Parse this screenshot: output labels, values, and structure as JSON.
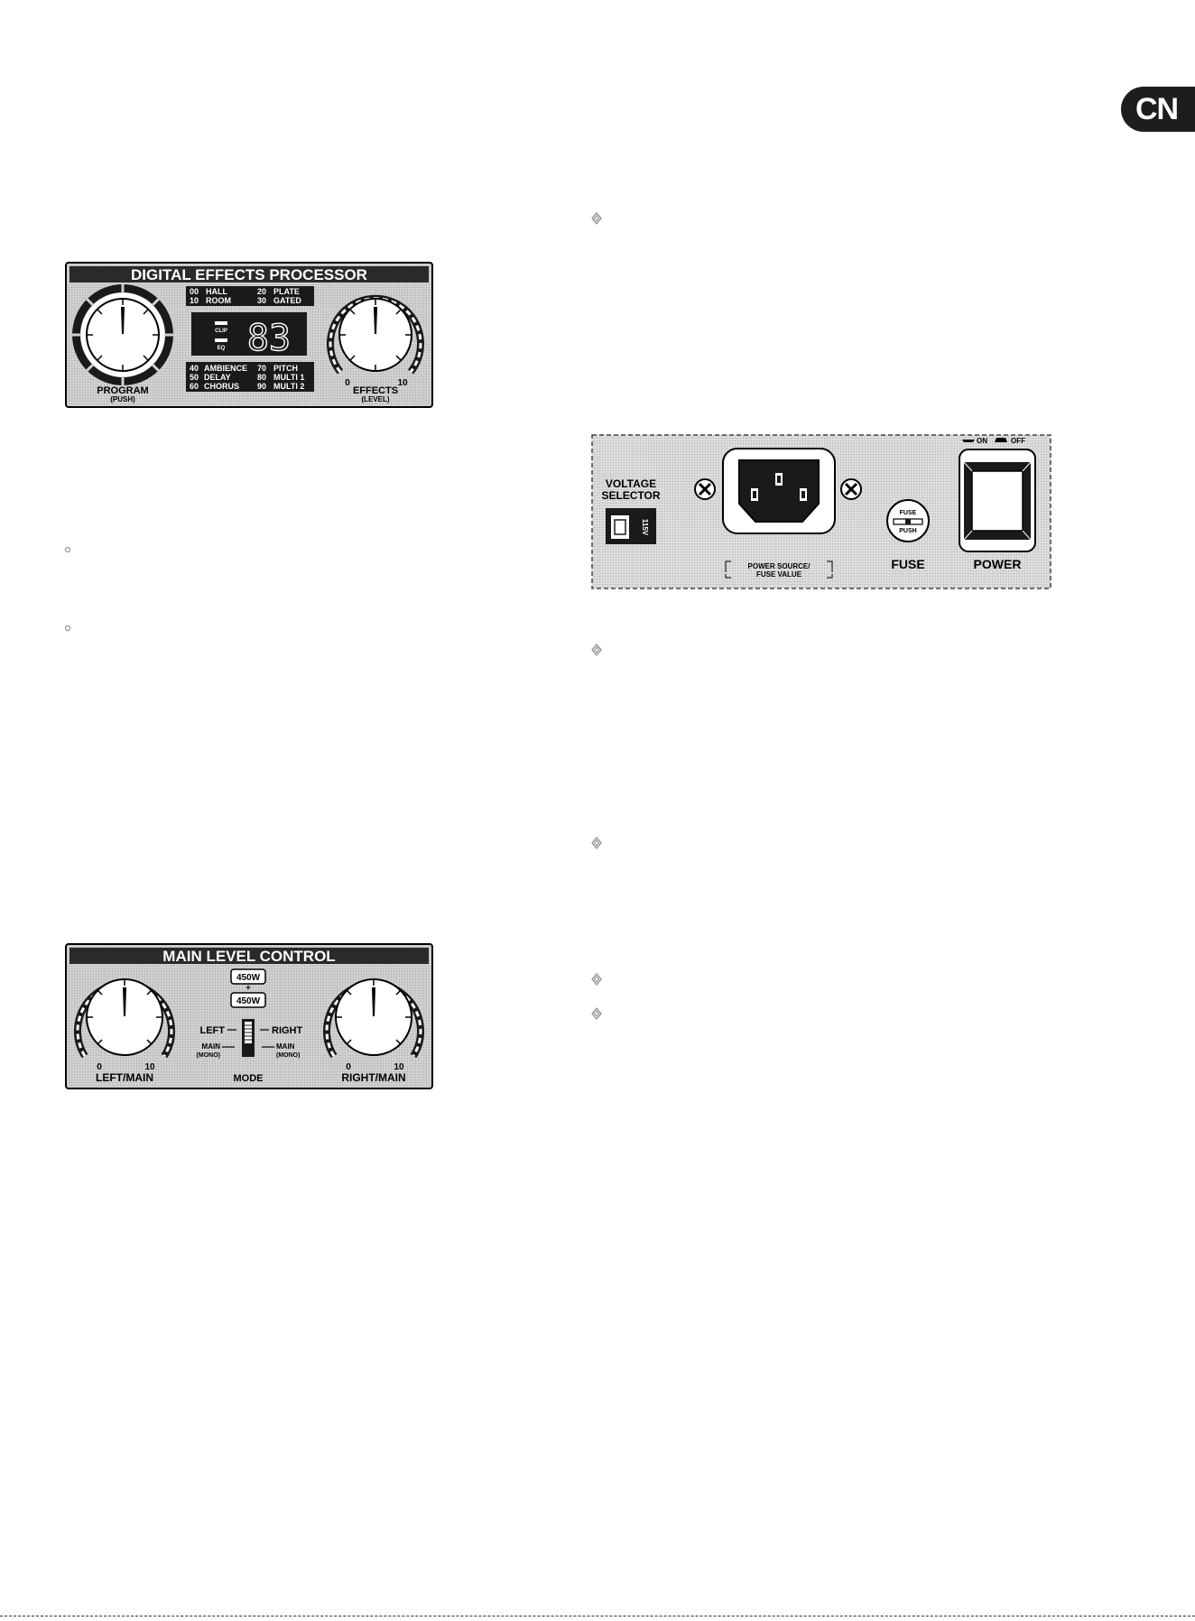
{
  "language_tab": "CN",
  "dfx_panel": {
    "title": "DIGITAL EFFECTS PROCESSOR",
    "preset_top": [
      {
        "code": "00",
        "name": "HALL"
      },
      {
        "code": "10",
        "name": "ROOM"
      },
      {
        "code": "20",
        "name": "PLATE"
      },
      {
        "code": "30",
        "name": "GATED"
      }
    ],
    "preset_bottom": [
      {
        "code": "40",
        "name": "AMBIENCE"
      },
      {
        "code": "50",
        "name": "DELAY"
      },
      {
        "code": "60",
        "name": "CHORUS"
      },
      {
        "code": "70",
        "name": "PITCH"
      },
      {
        "code": "80",
        "name": "MULTI 1"
      },
      {
        "code": "90",
        "name": "MULTI 2"
      }
    ],
    "led_clip": "CLIP",
    "led_eq": "EQ",
    "display_value": "83",
    "program_label": "PROGRAM",
    "program_sub": "(PUSH)",
    "effects_label": "EFFECTS",
    "effects_sub": "(LEVEL)",
    "effects_min": "0",
    "effects_max": "10"
  },
  "main_panel": {
    "title": "MAIN LEVEL CONTROL",
    "power_top": "450W",
    "power_plus": "+",
    "power_bottom": "450W",
    "left_label": "LEFT",
    "right_label": "RIGHT",
    "main_label_left": "MAIN",
    "mono_left": "(MONO)",
    "main_label_right": "MAIN",
    "mono_right": "(MONO)",
    "mode_label": "MODE",
    "left_knob_label": "LEFT/MAIN",
    "right_knob_label": "RIGHT/MAIN",
    "left_min": "0",
    "left_max": "10",
    "right_min": "0",
    "right_max": "10"
  },
  "power_panel": {
    "voltage_line1": "VOLTAGE",
    "voltage_line2": "SELECTOR",
    "voltage_value": "115V",
    "source_line1": "POWER SOURCE/",
    "source_line2": "FUSE VALUE",
    "fuse_top": "FUSE",
    "fuse_bottom": "PUSH",
    "fuse_label": "FUSE",
    "power_label": "POWER",
    "on_label": "ON",
    "off_label": "OFF"
  }
}
